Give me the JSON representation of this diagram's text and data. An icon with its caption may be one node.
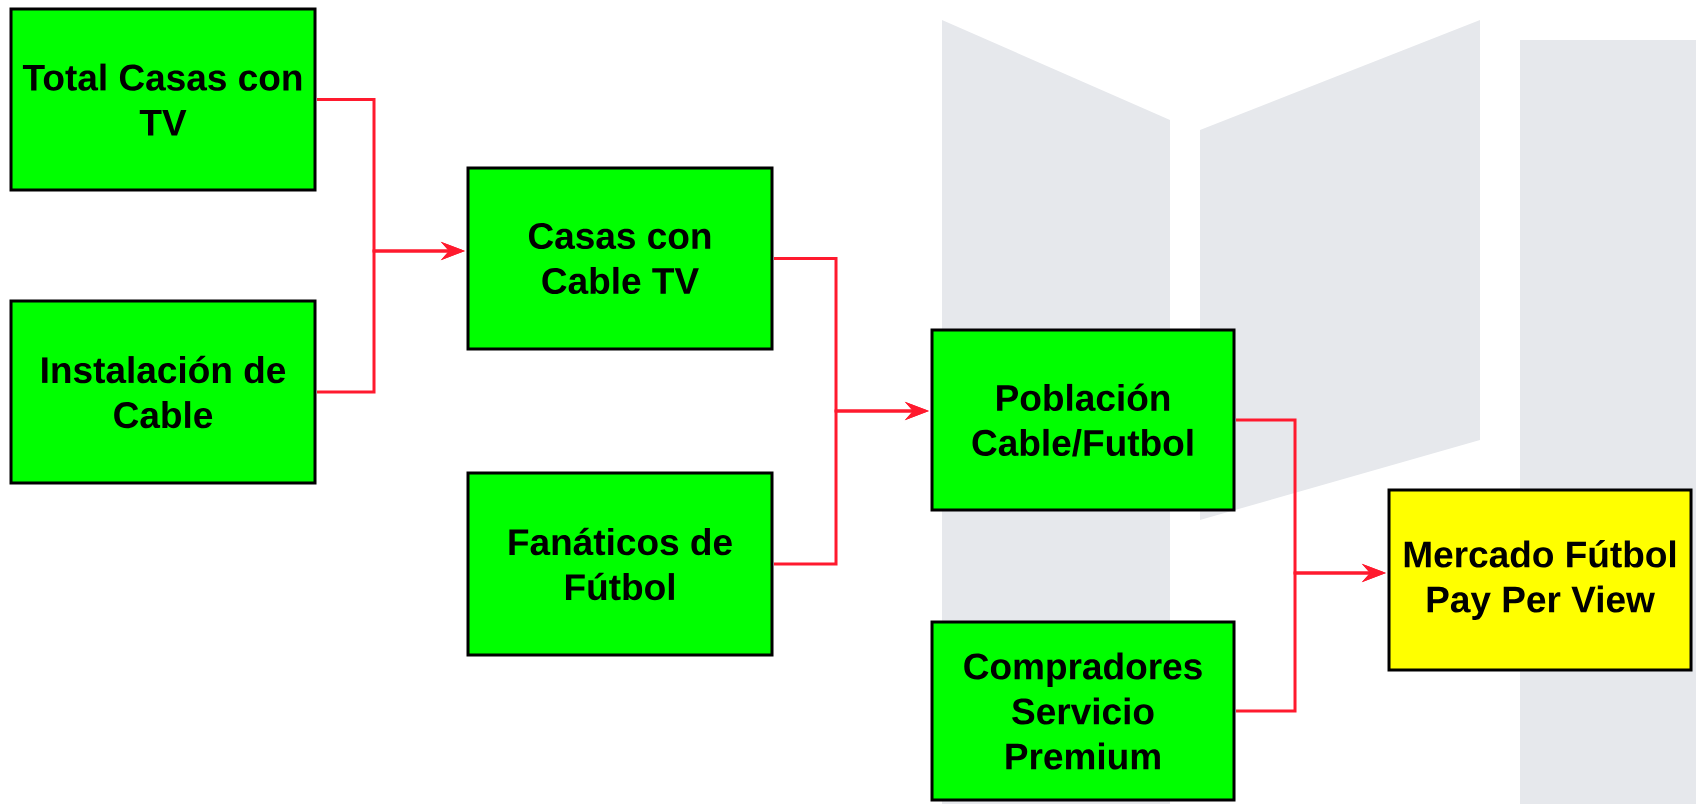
{
  "diagram": {
    "nodes": [
      {
        "text": [
          "Total Casas con TV"
        ]
      },
      {
        "text": [
          "Instalación de Cable"
        ]
      },
      {
        "text": [
          "Casas con Cable TV"
        ]
      },
      {
        "text": [
          "Fanáticos de Fútbol"
        ]
      },
      {
        "text": [
          "Población Cable/Futbol"
        ]
      },
      {
        "text": [
          "Compradores Servicio Premium"
        ]
      },
      {
        "text": [
          "Mercado Fútbol Pay Per View"
        ]
      }
    ],
    "edges": [
      {
        "from": 0,
        "to": 2,
        "arrow": "to"
      },
      {
        "from": 1,
        "to": 2,
        "arrow": "to"
      },
      {
        "from": 2,
        "to": 4,
        "arrow": "to"
      },
      {
        "from": 3,
        "to": 4,
        "arrow": "to"
      },
      {
        "from": 4,
        "to": 6,
        "arrow": "to"
      },
      {
        "from": 5,
        "to": 6,
        "arrow": "to"
      }
    ]
  }
}
